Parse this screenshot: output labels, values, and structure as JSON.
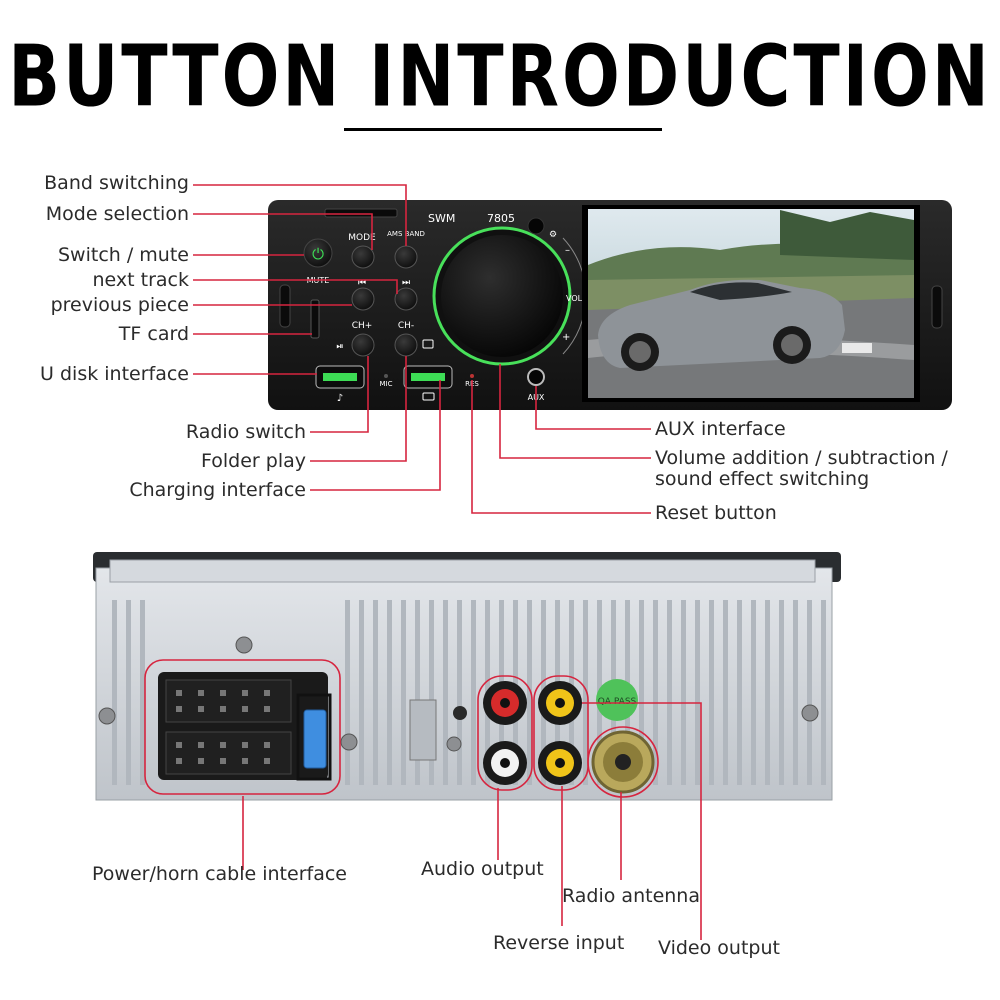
{
  "title": "BUTTON INTRODUCTION",
  "front_panel": {
    "brand": "SWM",
    "model": "7805",
    "button_labels": {
      "mode": "MODE",
      "ams_band": "AMS BAND",
      "mute": "MUTE",
      "ch_plus": "CH+",
      "ch_minus": "CH-",
      "vol": "VOL",
      "vol_minus": "–",
      "vol_plus": "+",
      "mic": "MIC",
      "res": "RES",
      "aux": "AUX"
    },
    "callouts": {
      "band_switching": "Band switching",
      "mode_selection": "Mode selection",
      "switch_mute": "Switch / mute",
      "next_track": "next track",
      "previous_piece": "previous piece",
      "tf_card": "TF card",
      "u_disk": "U disk interface",
      "radio_switch": "Radio switch",
      "folder_play": "Folder play",
      "charging_interface": "Charging interface",
      "aux_interface": "AUX interface",
      "volume_line1": "Volume addition / subtraction /",
      "volume_line2": "sound effect switching",
      "reset_button": "Reset button"
    }
  },
  "rear_panel": {
    "sticker": "QA PASS",
    "callouts": {
      "power_horn": "Power/horn cable interface",
      "audio_output": "Audio output",
      "radio_antenna": "Radio antenna",
      "reverse_input": "Reverse input",
      "video_output": "Video output"
    }
  },
  "colors": {
    "callout_line": "#d6253f",
    "panel": "#1c1c1c",
    "knob_ring": "#48e05a",
    "chassis": "#cfd3d8"
  }
}
